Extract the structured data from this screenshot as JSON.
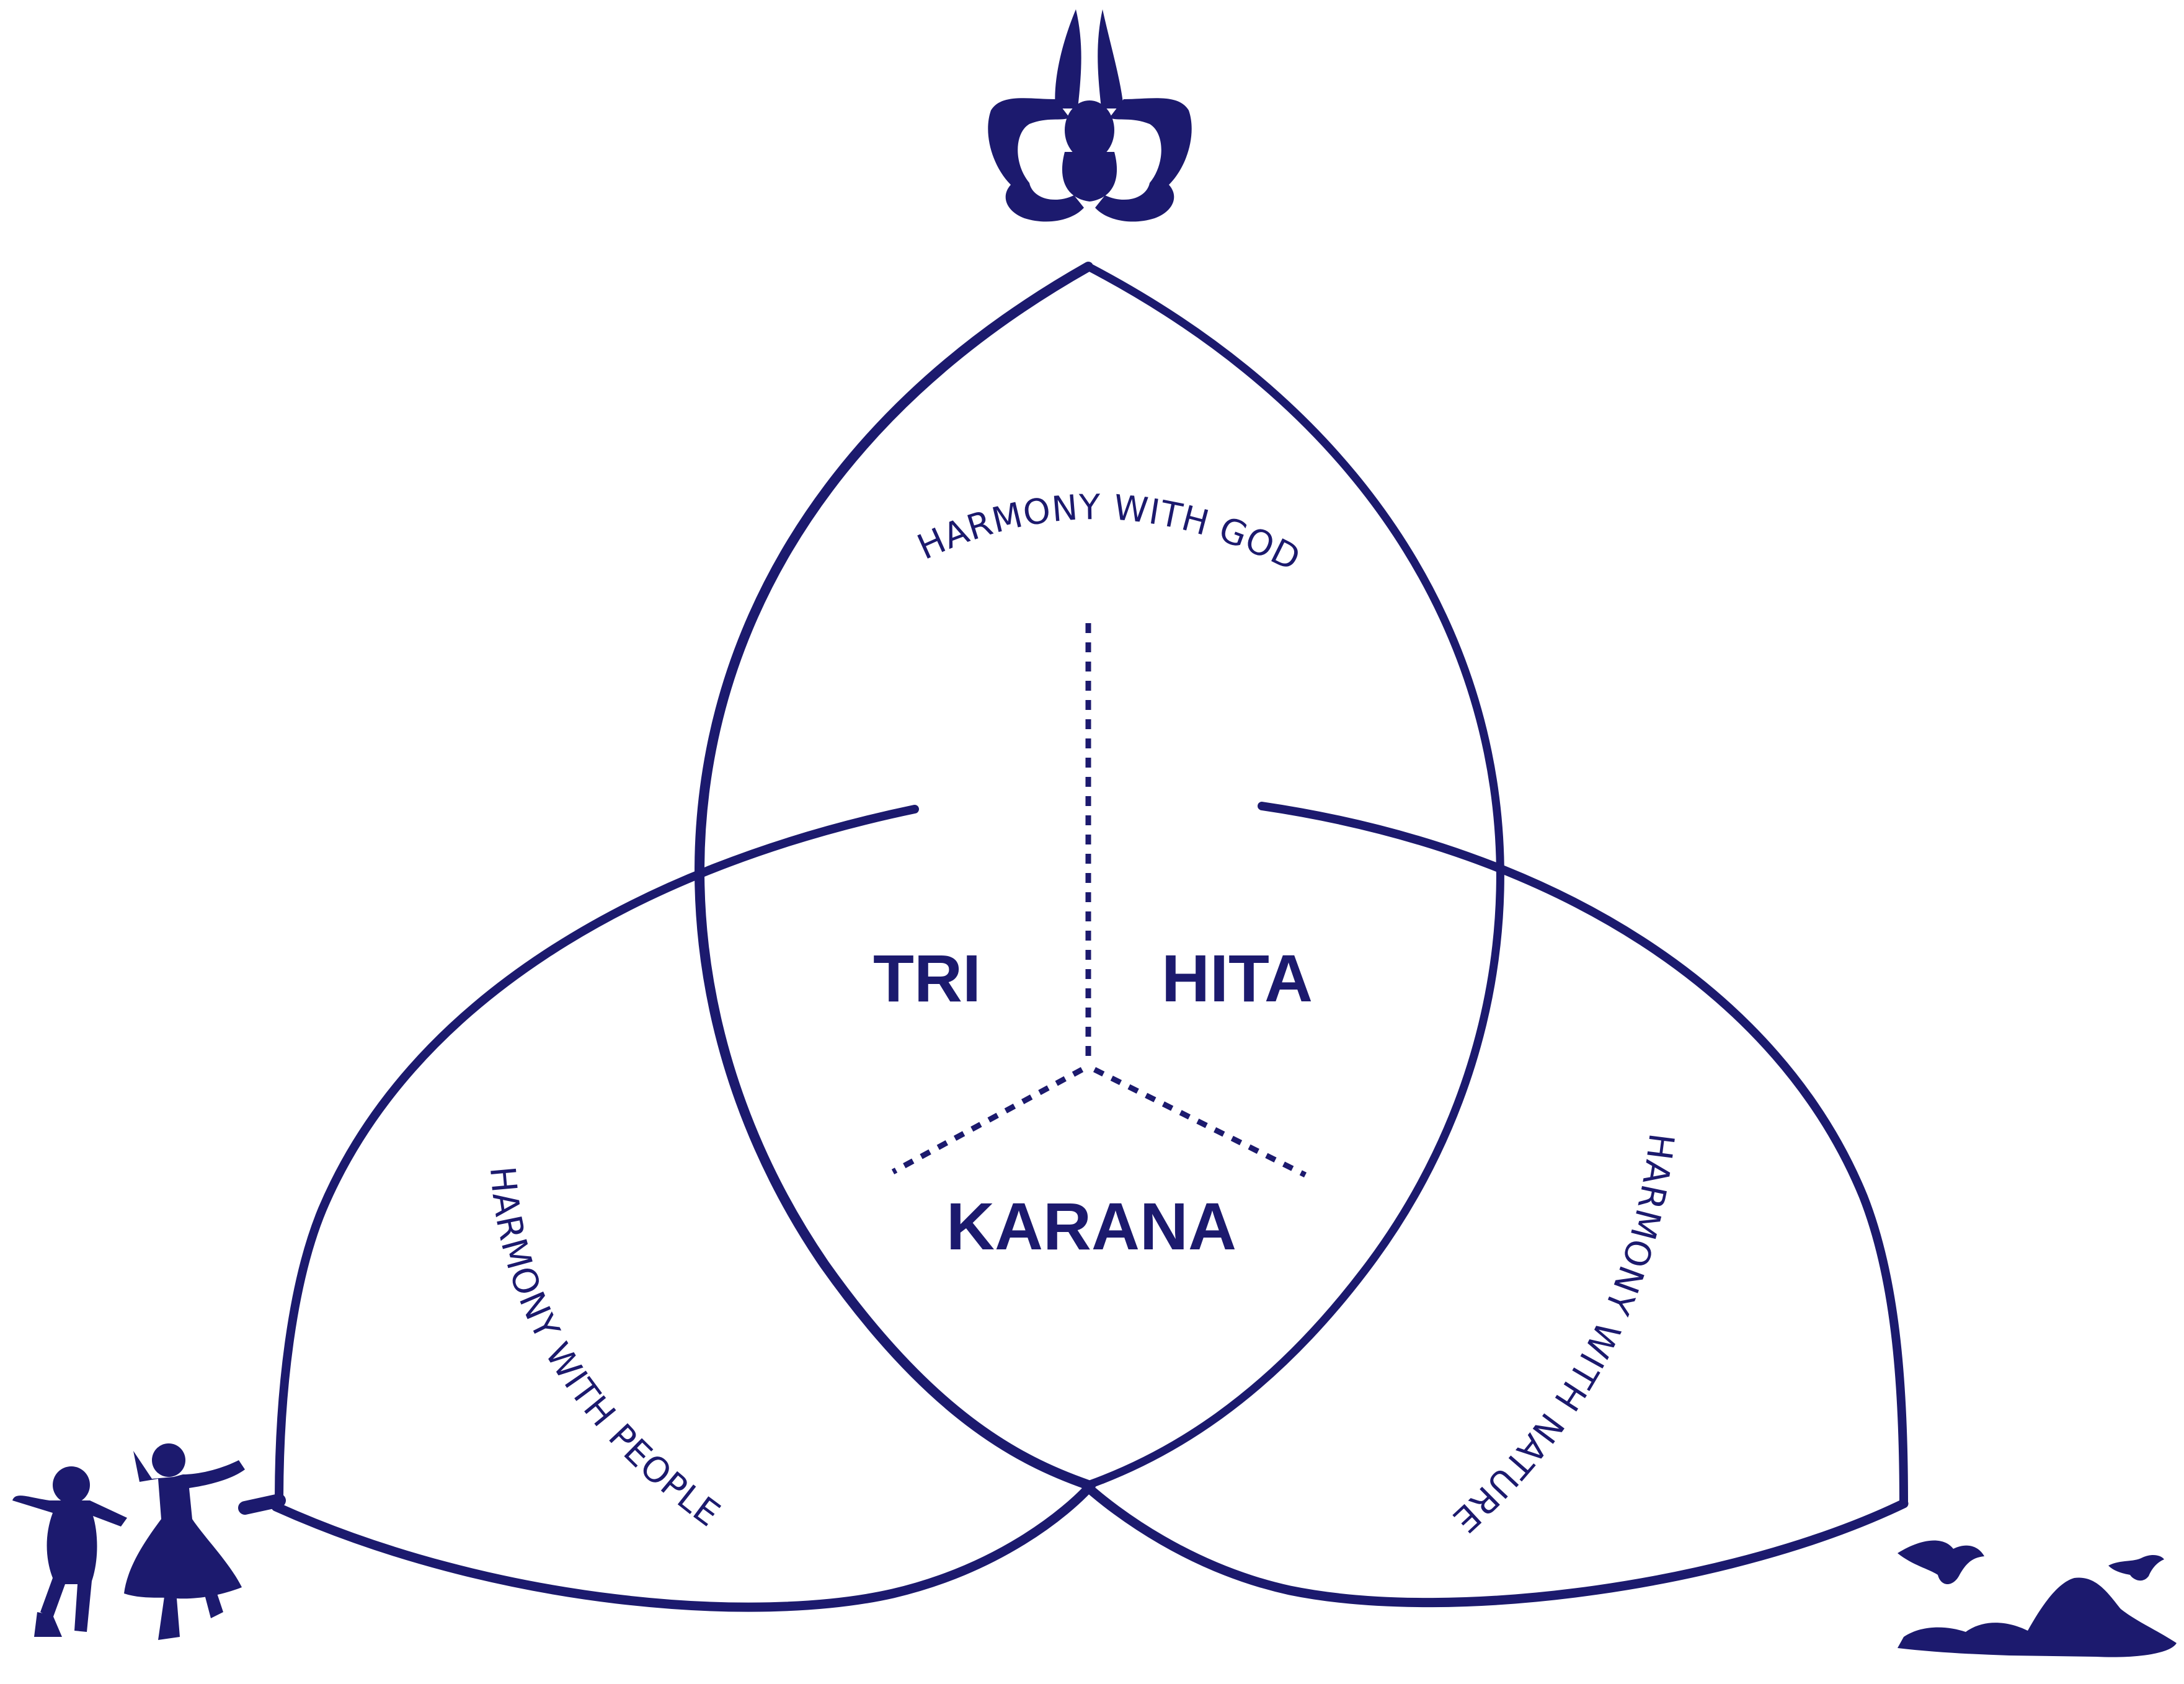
{
  "colors": {
    "ink": "#1c1a6e",
    "background": "#ffffff"
  },
  "icons": [
    "praying-hands-icon",
    "dancing-couple-icon",
    "birds-and-mountain-icon"
  ],
  "center_words": {
    "tri": "TRI",
    "hita": "HITA",
    "karana": "KARANA"
  },
  "lobes": {
    "top": "HARMONY WITH GOD",
    "left": "HARMONY WITH PEOPLE",
    "right": "HARMONY WITH NATURE"
  }
}
